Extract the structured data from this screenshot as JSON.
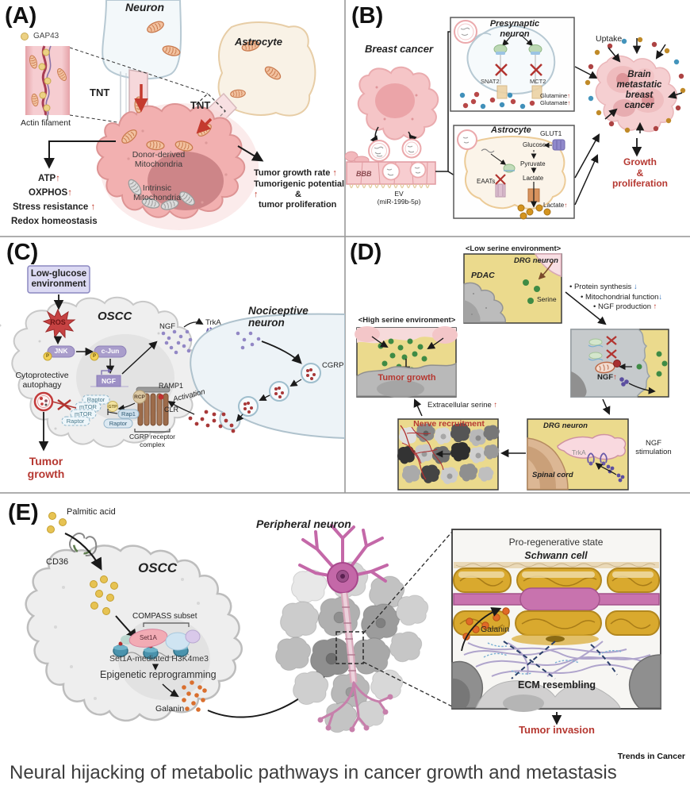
{
  "icons": {
    "up": "↑",
    "down": "↓",
    "bullet": "•"
  },
  "caption": "Neural hijacking of metabolic pathways in cancer growth and metastasis",
  "brand": "Trends in Cancer",
  "panelA": {
    "letter": "(A)",
    "neuron": "Neuron",
    "astrocyte": "Astrocyte",
    "gap43": "GAP43",
    "actin_filament": "Actin filament",
    "tnt_left": "TNT",
    "tnt_right": "TNT",
    "donor_mito": "Donor-derived\nMitochondria",
    "intrinsic_mito": "Intrinsic\nMitochondria",
    "atp": "ATP",
    "oxphos": "OXPHOS",
    "stress": "Stress resistance ",
    "redox": "Redox homeostasis",
    "growth_rate": "Tumor growth rate ",
    "tumorigenic": "Tumorigenic potential ",
    "amp": "&",
    "proliferation": "tumor proliferation"
  },
  "panelB": {
    "letter": "(B)",
    "breast_cancer": "Breast cancer",
    "presynaptic": "Presynaptic\nneuron",
    "snat2": "SNAT2",
    "mct2": "MCT2",
    "glutamine": "Glutamine",
    "glutamate": "Glutamate",
    "bbb": "BBB",
    "ev": "EV\n(miR-199b-5p)",
    "astrocyte": "Astrocyte",
    "glut1": "GLUT1",
    "glucose": "Glucose",
    "pyruvate": "Pyruvate",
    "lactate": "Lactate",
    "eaats": "EAATs",
    "lactate2": "Lactate",
    "uptake": "Uptake",
    "brain_met": "Brain metastatic\nbreast cancer",
    "growth": "Growth\n&\nproliferation"
  },
  "panelC": {
    "letter": "(C)",
    "low_glucose": "Low-glucose\nenvironment",
    "ros": "ROS",
    "oscc": "OSCC",
    "jnk": "JNK",
    "p1": "P",
    "cjun": "c-Jun",
    "p2": "P",
    "ngf_gene": "NGF",
    "ngf": "NGF",
    "cyto_autophagy": "Cytoprotective\nautophagy",
    "raptor_a": "Raptor",
    "mtor_a": "mTOR",
    "mtor_b": "mTOR",
    "raptor_b": "Raptor",
    "gtp": "GTP",
    "rap1": "Rap1",
    "raptor_c": "Raptor",
    "rcp": "RCP",
    "ramp1": "RAMP1",
    "clr": "CLR",
    "activation": "Activation",
    "cgrp_complex": "CGRP receptor\ncomplex",
    "tumor_growth": "Tumor\ngrowth",
    "nociceptive": "Nociceptive neuron",
    "trka": "TrkA",
    "cgrp": "CGRP"
  },
  "panelD": {
    "letter": "(D)",
    "low_serine": "<Low serine environment>",
    "drg_neuron1": "DRG neuron",
    "pdac": "PDAC",
    "serine": "Serine",
    "bullet1": "Protein synthesis ",
    "bullet2": "Mitochondrial function",
    "bullet3": "NGF production ",
    "high_serine": "<High serine environment>",
    "tumor_growth": "Tumor growth",
    "extracellular": "Extracellular serine ",
    "nerve_recruitment": "Nerve recruitment",
    "ngf2": "NGF",
    "drg_neuron2": "DRG neuron",
    "spinal_cord": "Spinal cord",
    "trka": "TrkA",
    "ngf_stim": "NGF\nstimulation"
  },
  "panelE": {
    "letter": "(E)",
    "palmitic": "Palmitic acid",
    "cd36": "CD36",
    "oscc": "OSCC",
    "compass": "COMPASS subset",
    "set1a": "Set1A",
    "set1a_h3k4": "Set1A-mediated H3K4me3",
    "epigenetic": "Epigenetic reprogramming",
    "galanin1": "Galanin",
    "peripheral": "Peripheral neuron",
    "pro_regen": "Pro-regenerative state",
    "schwann": "Schwann cell",
    "galanin2": "Galanin",
    "ecm": "ECM resembling",
    "tumor_invasion": "Tumor invasion"
  }
}
